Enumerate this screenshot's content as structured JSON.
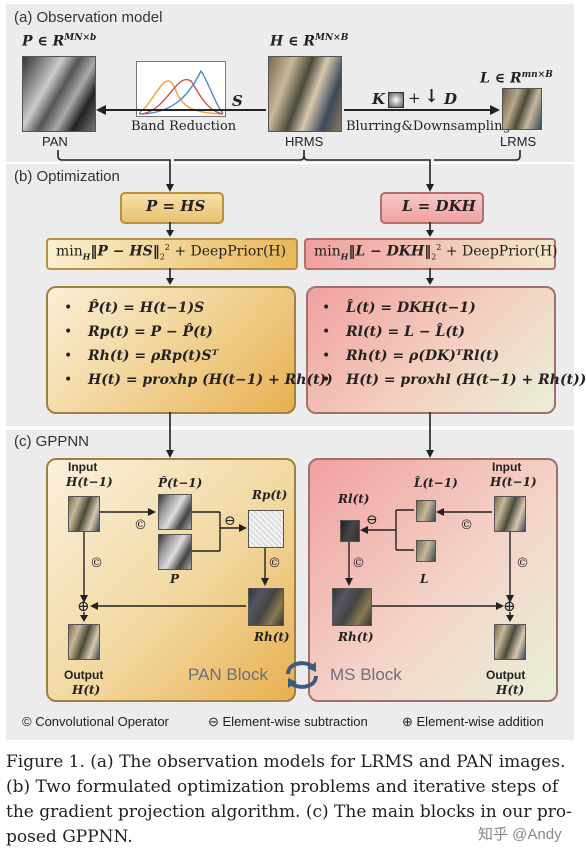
{
  "sections": {
    "a": "(a) Observation model",
    "b": "(b) Optimization",
    "c": "(c) GPPNN"
  },
  "observation": {
    "P_label": "P ∈ R",
    "P_sup": "MN×b",
    "H_label": "H ∈ R",
    "H_sup": "MN×B",
    "L_label": "L ∈ R",
    "L_sup": "mn×B",
    "S": "S",
    "band_reduction": "Band Reduction",
    "K": "K",
    "plus": "+",
    "D": "D",
    "blurring": "Blurring&Downsampling",
    "pan": "PAN",
    "hrms": "HRMS",
    "lrms": "LRMS"
  },
  "optimization": {
    "left_eq": "P = HS",
    "right_eq": "L = DKH",
    "left_min_pre": "min",
    "left_min_body": "‖P − HS‖",
    "left_min_post": " + DeepPrior(H)",
    "right_min_pre": "min",
    "right_min_body": "‖L − DKH‖",
    "right_min_post": " + DeepPrior(H)",
    "min_sub": "H",
    "norm_sub": "2",
    "norm_sup": "2",
    "left_steps": [
      "P̂(t) = H(t−1)S",
      "Rp(t) = P − P̂(t)",
      "Rh(t) = ρRp(t)Sᵀ",
      "H(t) = proxhp (H(t−1) + Rh(t))"
    ],
    "right_steps": [
      "L̂(t) = DKH(t−1)",
      "Rl(t) = L − L̂(t)",
      "Rh(t) = ρ(DK)ᵀRl(t)",
      "H(t) = proxhl (H(t−1) + Rh(t))"
    ],
    "bullet": "•"
  },
  "gppnn": {
    "input": "Input",
    "output": "Output",
    "h_prev": "H(t−1)",
    "h_out": "H(t)",
    "p_hat": "P̂(t−1)",
    "p": "P",
    "rp": "Rp(t)",
    "rh": "Rh(t)",
    "l_hat": "L̂(t−1)",
    "l": "L",
    "rl": "Rl(t)",
    "conv": "©",
    "sub": "⊖",
    "add": "⊕",
    "pan_block": "PAN Block",
    "ms_block": "MS Block"
  },
  "legend": {
    "conv": "© Convolutional Operator",
    "sub": "⊖ Element-wise subtraction",
    "add": "⊕ Element-wise addition"
  },
  "caption": [
    "Figure 1. (a) The observation models for LRMS and PAN images.",
    "(b) Two formulated optimization problems and iterative steps of",
    "the gradient projection algorithm. (c) The main blocks in our pro-",
    "posed GPPNN."
  ],
  "watermark": "知乎 @Andy",
  "colors": {
    "gold": "#e8b858",
    "pink": "#f0a0a0",
    "panel": "#ececec"
  }
}
